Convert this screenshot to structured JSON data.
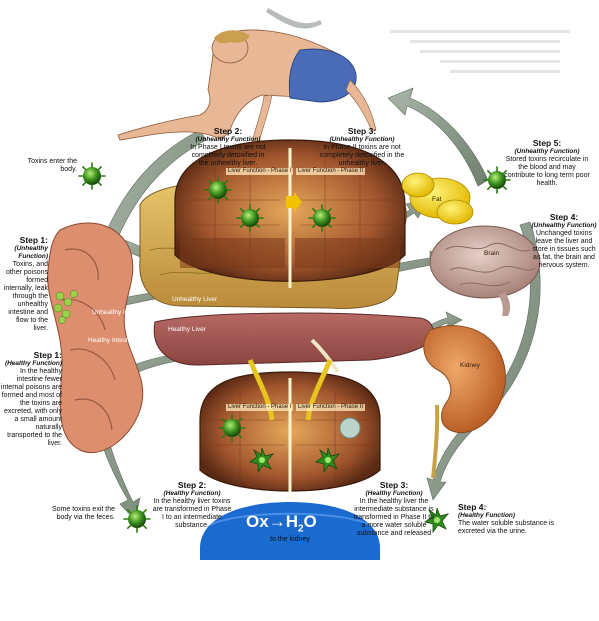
{
  "labels": {
    "toxins_enter": "Toxins enter the body.",
    "step1_unhealthy": {
      "title": "Step 1:",
      "func": "(Unhealthy Function)",
      "text": "Toxins, and other poisons formed internally, leak through the unhealthy intestine and flow to the liver."
    },
    "step1_healthy": {
      "title": "Step 1:",
      "func": "(Healthy Function)",
      "text": "In the healthy intestine fewer internal poisons are formed and most of the toxins are excreted, with only a small amount naturally transported to the liver."
    },
    "step2_unhealthy": {
      "title": "Step 2:",
      "func": "(Unhealthy Function)",
      "text": "In Phase I toxins are not completely detoxified in the unhealthy liver."
    },
    "step3_unhealthy": {
      "title": "Step 3:",
      "func": "(Unhealthy Function)",
      "text": "In Phase II toxins are not completely detoxified in the unhealthy liver."
    },
    "step5_unhealthy": {
      "title": "Step 5:",
      "func": "(Unhealthy Function)",
      "text": "Stored toxins recirculate in the blood and may contribute to long term poor health."
    },
    "step4_unhealthy": {
      "title": "Step 4:",
      "func": "(Unhealthy Function)",
      "text": "Unchanged toxins leave the liver and store in tissues such as fat, the brain and nervous system."
    },
    "step2_healthy": {
      "title": "Step 2:",
      "func": "(Healthy Function)",
      "text": "In the healthy liver toxins are transformed in Phase I to an intermediate substance."
    },
    "step3_healthy": {
      "title": "Step 3:",
      "func": "(Healthy Function)",
      "text": "In the healthy liver the intermediate substance is transformed in Phase II to a more water soluble substance and released"
    },
    "step4_healthy": {
      "title": "Step 4:",
      "func": "(Healthy Function)",
      "text": "The water soluble substance is excreted via the urine."
    },
    "toxins_exit": "Some toxins exit the body via the feces.",
    "to_kidney": "to the kidney",
    "unhealthy_liver": "Unhealthy Liver",
    "healthy_liver": "Healthy Liver",
    "unhealthy_intestine": "Unhealthy Intestine",
    "healthy_intestine": "Healthy Intestine",
    "fat": "Fat",
    "brain": "Brain",
    "kidney": "Kidney",
    "phase1_top": "Liver Function - Phase I",
    "phase2_top": "Liver Function - Phase II",
    "phase1_bottom": "Liver Function - Phase I",
    "phase2_bottom": "Liver Function - Phase II",
    "equation": {
      "left": "Ox",
      "arrow": "→",
      "right": "H",
      "sub": "2",
      "end": "O"
    }
  },
  "colors": {
    "liver_brown": "#8a4a2a",
    "cell_yellow": "#d9a84a",
    "toxin_green": "#3a8a1a",
    "arrow_gray": "#8a9a8a",
    "blue": "#1a6ad0",
    "fat_yellow": "#f2d200",
    "brain_pink": "#c9a8a0",
    "kidney_orange": "#d07a3a",
    "intestine": "#d98a6a"
  },
  "icons": [
    "toxin-ball-icon",
    "star-burst-icon",
    "arrow-icon"
  ]
}
